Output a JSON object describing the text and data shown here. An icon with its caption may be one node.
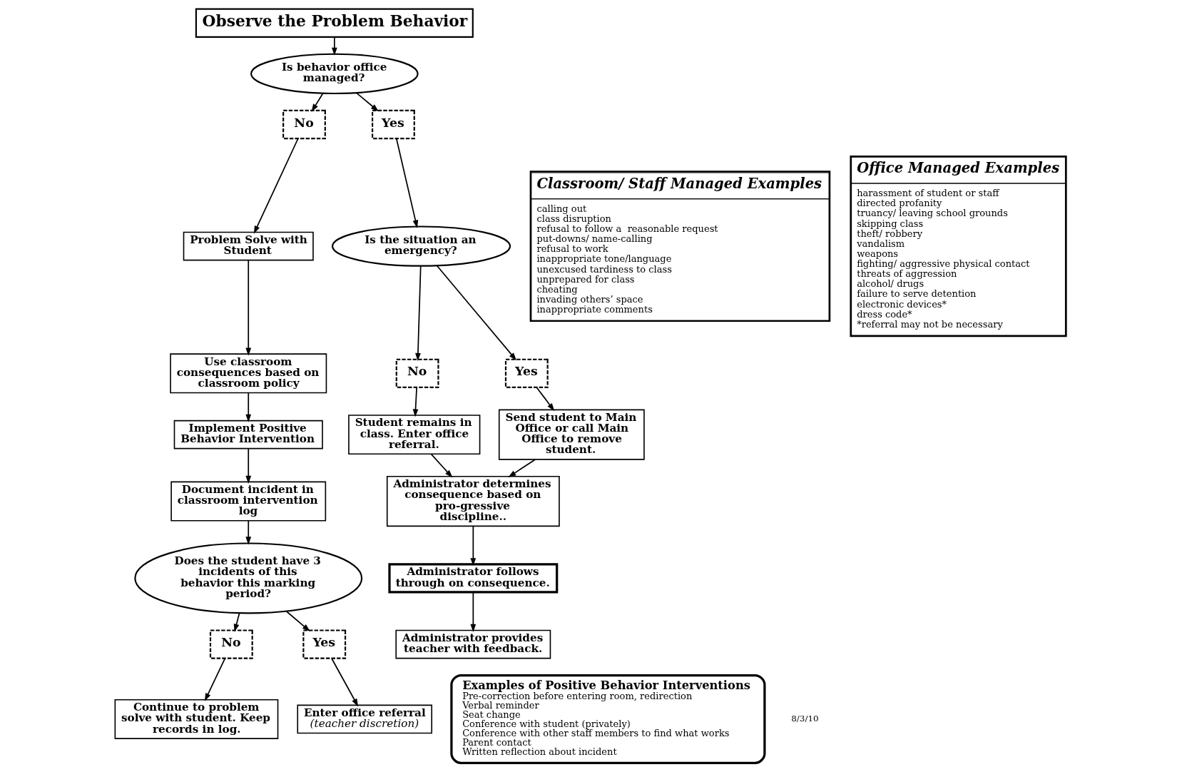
{
  "diagram": {
    "nodes": [
      {
        "text": [
          "Observe the Problem Behavior"
        ]
      },
      {
        "text": [
          "Is behavior office managed?"
        ]
      },
      {
        "text": [
          "No"
        ]
      },
      {
        "text": [
          "Yes"
        ]
      },
      {
        "text": [
          "Problem Solve with Student"
        ]
      },
      {
        "text": [
          "Use classroom consequences based on classroom policy"
        ]
      },
      {
        "text": [
          "Implement Positive Behavior Intervention"
        ]
      },
      {
        "text": [
          "Document incident in classroom intervention log"
        ]
      },
      {
        "text": [
          "Does the student have 3 incidents of this behavior this marking period?"
        ]
      },
      {
        "text": [
          "No"
        ]
      },
      {
        "text": [
          "Yes"
        ]
      },
      {
        "text": [
          "Continue to problem solve with student. Keep records in log."
        ]
      },
      {
        "text": [
          "Enter office referral",
          "(teacher discretion)"
        ]
      },
      {
        "text": [
          "Is the situation an emergency?"
        ]
      },
      {
        "text": [
          "No"
        ]
      },
      {
        "text": [
          "Yes"
        ]
      },
      {
        "text": [
          "Student remains in class. Enter office referral."
        ]
      },
      {
        "text": [
          "Send student to Main Office or call Main Office to remove student."
        ]
      },
      {
        "text": [
          "Administrator determines consequence based on pro-gressive discipline.."
        ]
      },
      {
        "text": [
          "Administrator follows through on consequence."
        ]
      },
      {
        "text": [
          "Administrator provides teacher with feedback."
        ]
      },
      {
        "text": [
          "Classroom/ Staff Managed Examples",
          "calling out",
          "class disruption",
          "refusal to follow a  reasonable request",
          "put-downs/ name-calling",
          "refusal to work",
          "inappropriate tone/language",
          "unexcused tardiness to class",
          "unprepared for class",
          "cheating",
          "invading others’ space",
          "inappropriate comments"
        ]
      },
      {
        "text": [
          "Office Managed Examples",
          "harassment of student or staff",
          "directed profanity",
          "truancy/ leaving school grounds",
          "skipping class",
          "theft/ robbery",
          "vandalism",
          "weapons",
          "fighting/ aggressive physical contact",
          "threats of aggression",
          "alcohol/ drugs",
          "failure to serve detention",
          "electronic devices*",
          "dress code*",
          "*referral may not be necessary"
        ]
      },
      {
        "text": [
          "Examples of Positive Behavior Interventions",
          "Pre-correction before entering room, redirection",
          "Verbal reminder",
          "Seat change",
          "Conference with student (privately)",
          "Conference with other staff members to find what works",
          "Parent contact",
          "Written reflection about incident"
        ]
      }
    ],
    "edges": [
      {
        "from": 0,
        "to": 1,
        "arrow": "to"
      },
      {
        "from": 1,
        "to": 2,
        "arrow": "to"
      },
      {
        "from": 1,
        "to": 3,
        "arrow": "to"
      },
      {
        "from": 2,
        "to": 4,
        "arrow": "to"
      },
      {
        "from": 4,
        "to": 5,
        "arrow": "to"
      },
      {
        "from": 5,
        "to": 6,
        "arrow": "to"
      },
      {
        "from": 6,
        "to": 7,
        "arrow": "to"
      },
      {
        "from": 7,
        "to": 8,
        "arrow": "to"
      },
      {
        "from": 8,
        "to": 9,
        "arrow": "to"
      },
      {
        "from": 8,
        "to": 10,
        "arrow": "to"
      },
      {
        "from": 9,
        "to": 11,
        "arrow": "to"
      },
      {
        "from": 10,
        "to": 12,
        "arrow": "to"
      },
      {
        "from": 3,
        "to": 13,
        "arrow": "to"
      },
      {
        "from": 13,
        "to": 14,
        "arrow": "to"
      },
      {
        "from": 13,
        "to": 15,
        "arrow": "to"
      },
      {
        "from": 14,
        "to": 16,
        "arrow": "to"
      },
      {
        "from": 15,
        "to": 17,
        "arrow": "to"
      },
      {
        "from": 16,
        "to": 18,
        "arrow": "to"
      },
      {
        "from": 17,
        "to": 18,
        "arrow": "to"
      },
      {
        "from": 18,
        "to": 19,
        "arrow": "to"
      },
      {
        "from": 19,
        "to": 20,
        "arrow": "to"
      }
    ],
    "labels": [
      "8/3/10"
    ]
  }
}
